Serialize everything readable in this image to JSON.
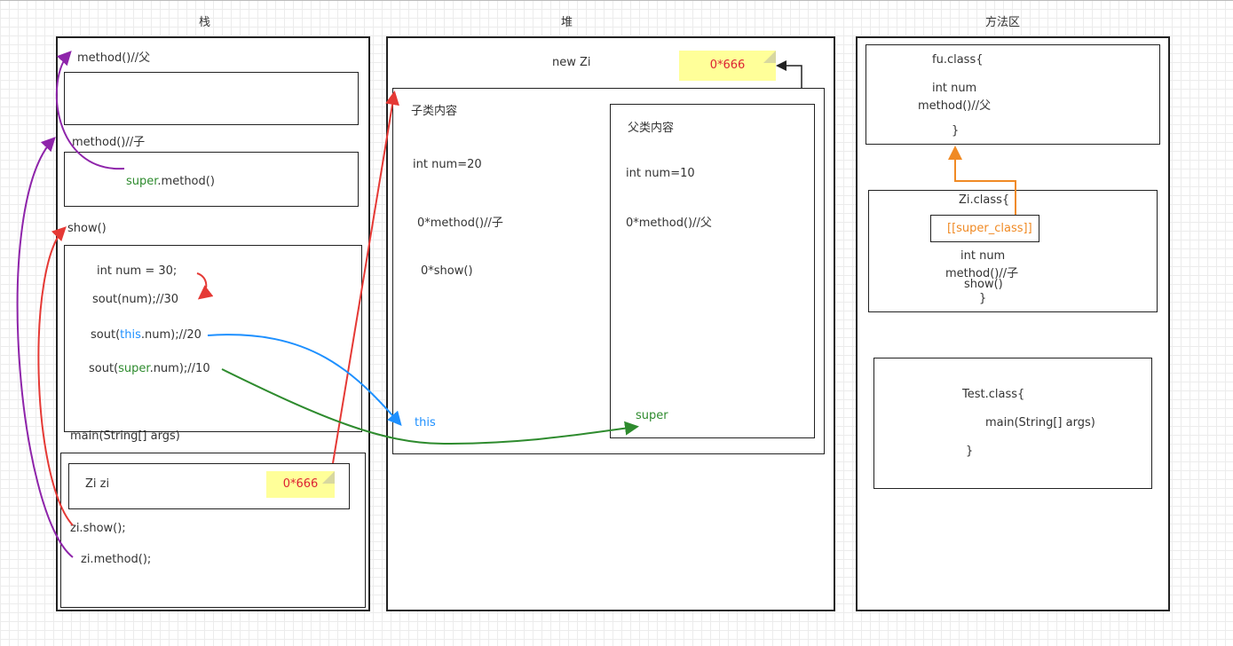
{
  "columns": {
    "stack_title": "栈",
    "heap_title": "堆",
    "method_area_title": "方法区"
  },
  "stack": {
    "method_fu_label": "method()//父",
    "method_zi_label": "method()//子",
    "super_kw": "super",
    "super_call_rest": ".method()",
    "show_label": "show()",
    "show_body": {
      "line1": "int num = 30;",
      "line2": "sout(num);//30",
      "line3_pre": "sout(",
      "line3_kw": "this",
      "line3_post": ".num);//20",
      "line4_pre": "sout(",
      "line4_kw": "super",
      "line4_post": ".num);//10"
    },
    "main_label": "main(String[] args)",
    "zi_var": "Zi  zi",
    "zi_address": "0*666",
    "call_show": "zi.show();",
    "call_method": "zi.method();"
  },
  "heap": {
    "object_title": "new Zi",
    "object_address": "0*666",
    "child_content_title": "子类内容",
    "child_num": "int num=20",
    "child_method": "0*method()//子",
    "child_show": "0*show()",
    "this_label": "this",
    "parent_content_title": "父类内容",
    "parent_num": "int num=10",
    "parent_method": "0*method()//父",
    "super_label": "super"
  },
  "method_area": {
    "fu_class": {
      "header": "fu.class{",
      "field": "int num",
      "method": "method()//父",
      "close": "}"
    },
    "zi_class": {
      "header": "Zi.class{",
      "super_ref": "[[super_class]]",
      "field": "int num",
      "method": "method()//子",
      "show": "show()",
      "close": "}"
    },
    "test_class": {
      "header": "Test.class{",
      "main": "main(String[] args)",
      "close": "}"
    }
  },
  "colors": {
    "purple_arrow": "#8e24aa",
    "red_arrow": "#e53935",
    "blue_arrow": "#1e90ff",
    "green_arrow": "#2e8b2e",
    "orange_arrow": "#f08a24",
    "note_bg": "#ffff99"
  }
}
